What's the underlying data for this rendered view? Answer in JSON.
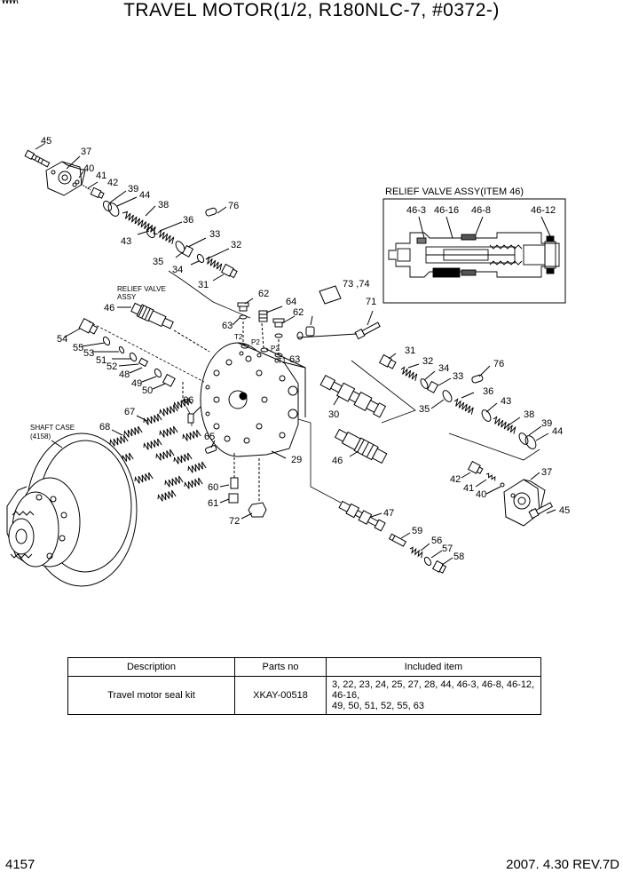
{
  "title": "TRAVEL MOTOR(1/2, R180NLC-7,  #0372-)",
  "inset": {
    "title": "RELIEF VALVE ASSY(ITEM 46)",
    "labels": [
      "46-3",
      "46-16",
      "46-8",
      "46-12"
    ]
  },
  "labels": {
    "relief_valve": "RELIEF VALVE",
    "assy": "ASSY",
    "shaft_case": "SHAFT CASE",
    "shaft_case_no": "(4158)",
    "port_t2": "T2",
    "port_p2a": "P2",
    "port_p2b": "P2",
    "port_t1": "T1",
    "item_7374": "73 ,74"
  },
  "callouts": {
    "c45a": "45",
    "c37a": "37",
    "c40a": "40",
    "c41a": "41",
    "c42a": "42",
    "c39a": "39",
    "c44a": "44",
    "c38a": "38",
    "c36a": "36",
    "c43a": "43",
    "c76a": "76",
    "c33a": "33",
    "c32a": "32",
    "c35a": "35",
    "c34a": "34",
    "c31a": "31",
    "c62a": "62",
    "c64": "64",
    "c62b": "62",
    "c63a": "63",
    "c71": "71",
    "c46a": "46",
    "c54": "54",
    "c55": "55",
    "c53": "53",
    "c51": "51",
    "c52": "52",
    "c48": "48",
    "c49": "49",
    "c50": "50",
    "c63b": "63",
    "c31b": "31",
    "c32b": "32",
    "c34b": "34",
    "c33b": "33",
    "c76b": "76",
    "c36b": "36",
    "c43b": "43",
    "c38b": "38",
    "c39b": "39",
    "c44b": "44",
    "c30": "30",
    "c35b": "35",
    "c66": "66",
    "c67": "67",
    "c68": "68",
    "c65": "65",
    "c29": "29",
    "c46b": "46",
    "c37b": "37",
    "c42b": "42",
    "c41b": "41",
    "c40b": "40",
    "c45b": "45",
    "c60": "60",
    "c61": "61",
    "c72": "72",
    "c47": "47",
    "c59": "59",
    "c56": "56",
    "c57": "57",
    "c58": "58"
  },
  "table": {
    "headers": [
      "Description",
      "Parts no",
      "Included item"
    ],
    "rows": [
      {
        "description": "Travel motor seal kit",
        "parts_no": "XKAY-00518",
        "included_line1": "3, 22, 23, 24, 25, 27, 28, 44, 46-3, 46-8, 46-12, 46-16,",
        "included_line2": "49, 50, 51, 52, 55, 63"
      }
    ]
  },
  "footer": {
    "page": "4157",
    "date_rev": "2007. 4.30  REV.7D"
  }
}
